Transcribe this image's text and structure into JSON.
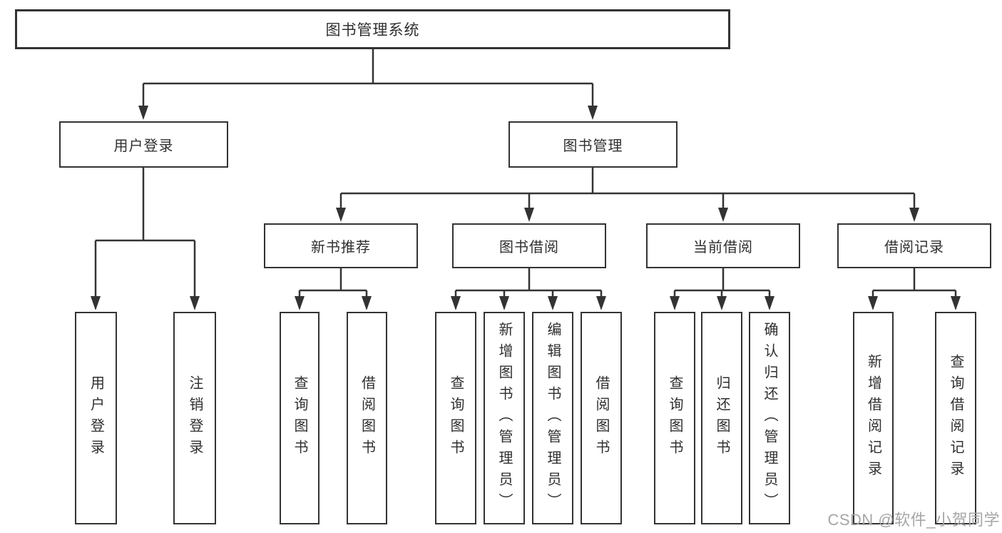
{
  "colors": {
    "line": "#333333",
    "box_border": "#333333",
    "text": "#2f2f2f",
    "watermark": "#a6a6a6",
    "background": "#ffffff"
  },
  "tree": {
    "label": "图书管理系统",
    "children": [
      {
        "label": "用户登录",
        "children": [
          {
            "label": "用户登录"
          },
          {
            "label": "注销登录"
          }
        ]
      },
      {
        "label": "图书管理",
        "children": [
          {
            "label": "新书推荐",
            "children": [
              {
                "label": "查询图书"
              },
              {
                "label": "借阅图书"
              }
            ]
          },
          {
            "label": "图书借阅",
            "children": [
              {
                "label": "查询图书"
              },
              {
                "label": "新增图书（管理员）"
              },
              {
                "label": "编辑图书（管理员）"
              },
              {
                "label": "借阅图书"
              }
            ]
          },
          {
            "label": "当前借阅",
            "children": [
              {
                "label": "查询图书"
              },
              {
                "label": "归还图书"
              },
              {
                "label": "确认归还（管理员）"
              }
            ]
          },
          {
            "label": "借阅记录",
            "children": [
              {
                "label": "新增借阅记录"
              },
              {
                "label": "查询借阅记录"
              }
            ]
          }
        ]
      }
    ]
  },
  "watermark": {
    "text": "CSDN @软件_小贺同学"
  }
}
